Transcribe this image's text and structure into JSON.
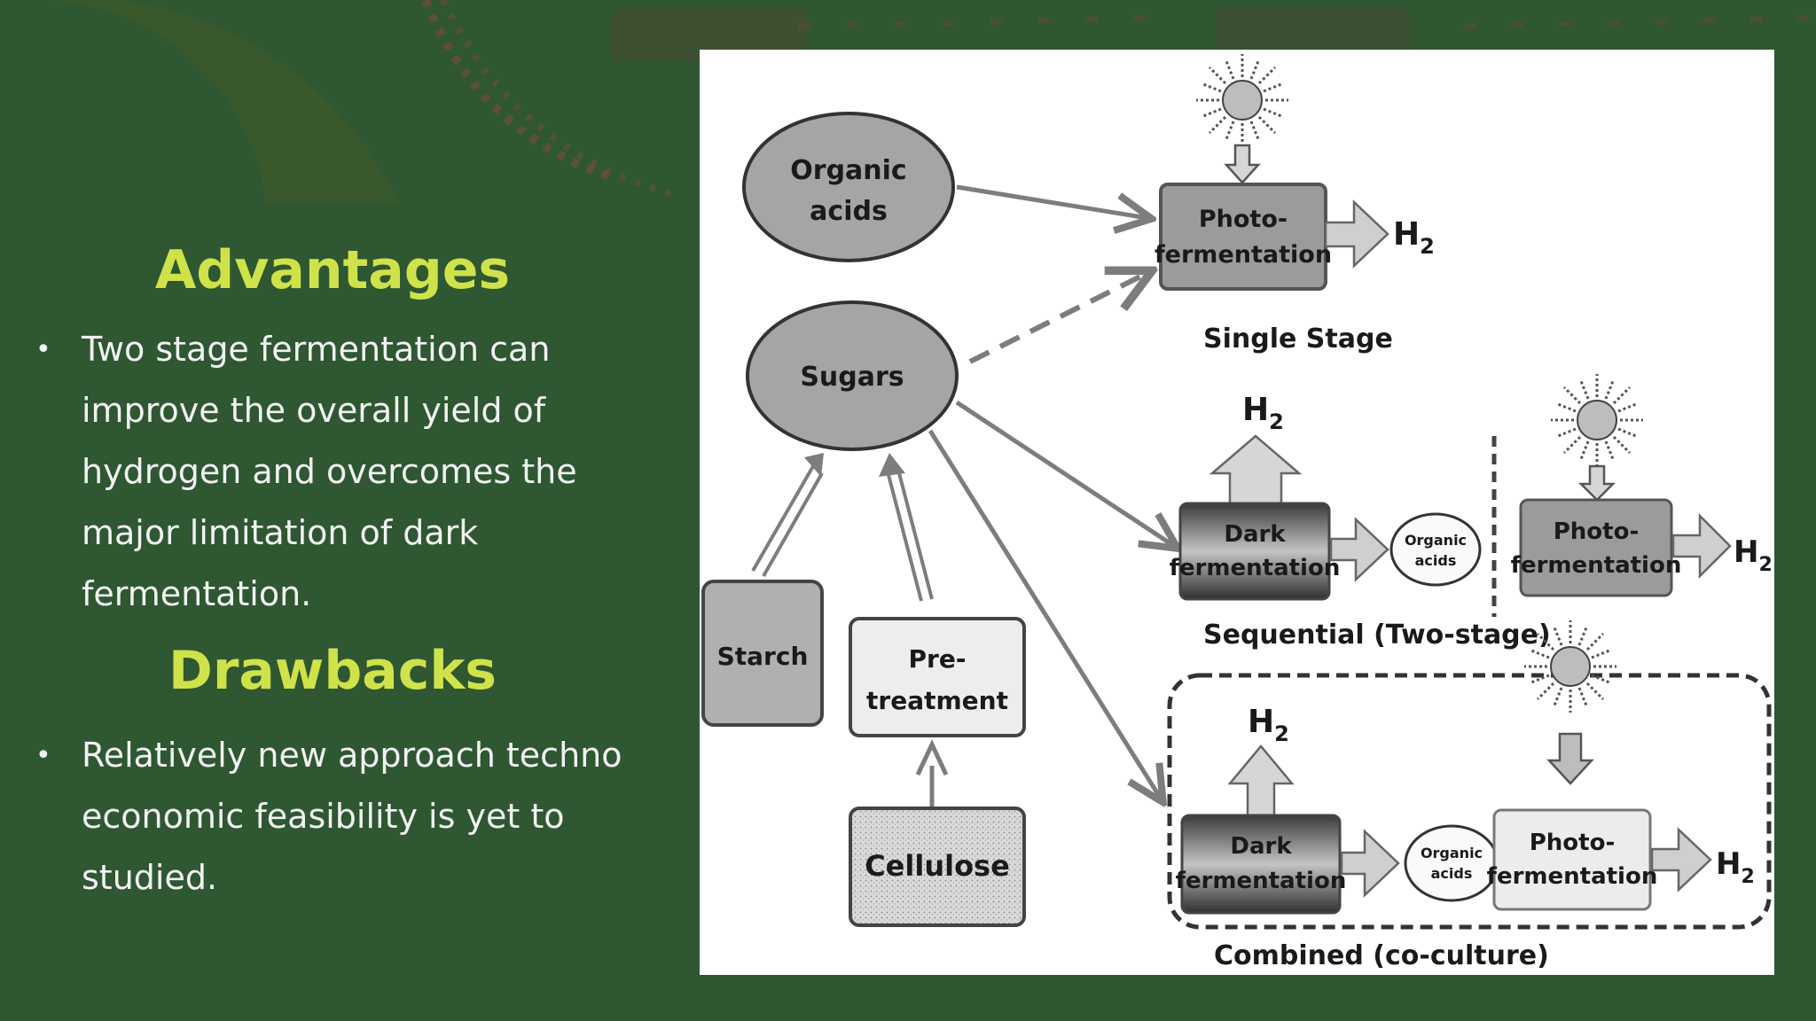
{
  "slide": {
    "advantages": {
      "heading": "Advantages",
      "bullets": [
        "Two stage fermentation can improve the overall yield of hydrogen and overcomes the major limitation of dark fermentation."
      ]
    },
    "drawbacks": {
      "heading": "Drawbacks",
      "bullets": [
        "Relatively new approach techno economic feasibility is yet to studied."
      ]
    }
  },
  "diagram": {
    "nodes": {
      "organic_acids": [
        "Organic",
        "acids"
      ],
      "sugars": "Sugars",
      "starch": "Starch",
      "pretreatment": [
        "Pre-",
        "treatment"
      ],
      "cellulose": "Cellulose",
      "photo_single": [
        "Photo-",
        "fermentation"
      ],
      "dark_seq": [
        "Dark",
        "fermentation"
      ],
      "organic_acids_seq": [
        "Organic",
        "acids"
      ],
      "photo_seq": [
        "Photo-",
        "fermentation"
      ],
      "dark_comb": [
        "Dark",
        "fermentation"
      ],
      "organic_acids_comb": [
        "Organic",
        "acids"
      ],
      "photo_comb": [
        "Photo-",
        "fermentation"
      ]
    },
    "h2_symbol": "H",
    "h2_subscript": "2",
    "captions": {
      "single": "Single Stage",
      "sequential": "Sequential (Two-stage)",
      "combined": "Combined (co-culture)"
    },
    "colors": {
      "node_fill": "#9b9b9b",
      "box_light": "#e6e6e6",
      "arrow": "#7d7d7d",
      "line": "#333333"
    }
  }
}
